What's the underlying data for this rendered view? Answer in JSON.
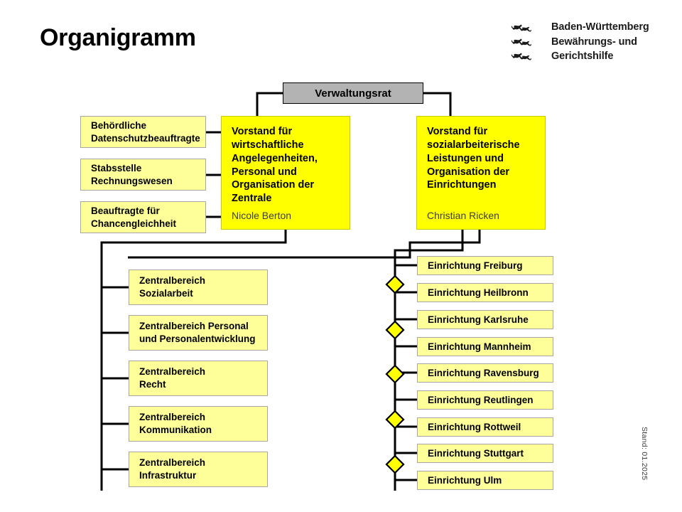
{
  "page": {
    "title": "Organigramm",
    "footer_note": "Stand: 01.2025"
  },
  "logo": {
    "icon": "three-lions-crest-icon",
    "line1": "Baden-Württemberg",
    "line2": "Bewährungs- und",
    "line3": "Gerichtshilfe"
  },
  "colors": {
    "board_fill": "#ffff00",
    "unit_fill": "#ffff99",
    "council_fill": "#b3b3b3",
    "line": "#000000",
    "diamond_fill": "#ffff00"
  },
  "chart": {
    "council": {
      "label": "Verwaltungsrat"
    },
    "boards": [
      {
        "title": "Vorstand für wirtschaftliche Angelegenheiten, Personal und Organisation der Zentrale",
        "person": "Nicole Berton"
      },
      {
        "title": "Vorstand für sozialarbeiterische Leistungen und Organisation der Einrichtungen",
        "person": "Christian Ricken"
      }
    ],
    "staff_units": [
      {
        "line1": "Behördliche",
        "line2": "Datenschutzbeauftragte"
      },
      {
        "line1": "Stabsstelle",
        "line2": "Rechnungswesen"
      },
      {
        "line1": "Beauftragte für",
        "line2": "Chancengleichheit"
      }
    ],
    "central_areas": [
      {
        "line1": "Zentralbereich",
        "line2": "Sozialarbeit"
      },
      {
        "line1": "Zentralbereich Personal",
        "line2": "und Personalentwicklung"
      },
      {
        "line1": "Zentralbereich",
        "line2": "Recht"
      },
      {
        "line1": "Zentralbereich",
        "line2": "Kommunikation"
      },
      {
        "line1": "Zentralbereich",
        "line2": "Infrastruktur"
      }
    ],
    "facilities": [
      {
        "label": "Einrichtung Freiburg"
      },
      {
        "label": "Einrichtung Heilbronn"
      },
      {
        "label": "Einrichtung Karlsruhe"
      },
      {
        "label": "Einrichtung Mannheim"
      },
      {
        "label": "Einrichtung Ravensburg"
      },
      {
        "label": "Einrichtung Reutlingen"
      },
      {
        "label": "Einrichtung Rottweil"
      },
      {
        "label": "Einrichtung Stuttgart"
      },
      {
        "label": "Einrichtung Ulm"
      }
    ]
  }
}
